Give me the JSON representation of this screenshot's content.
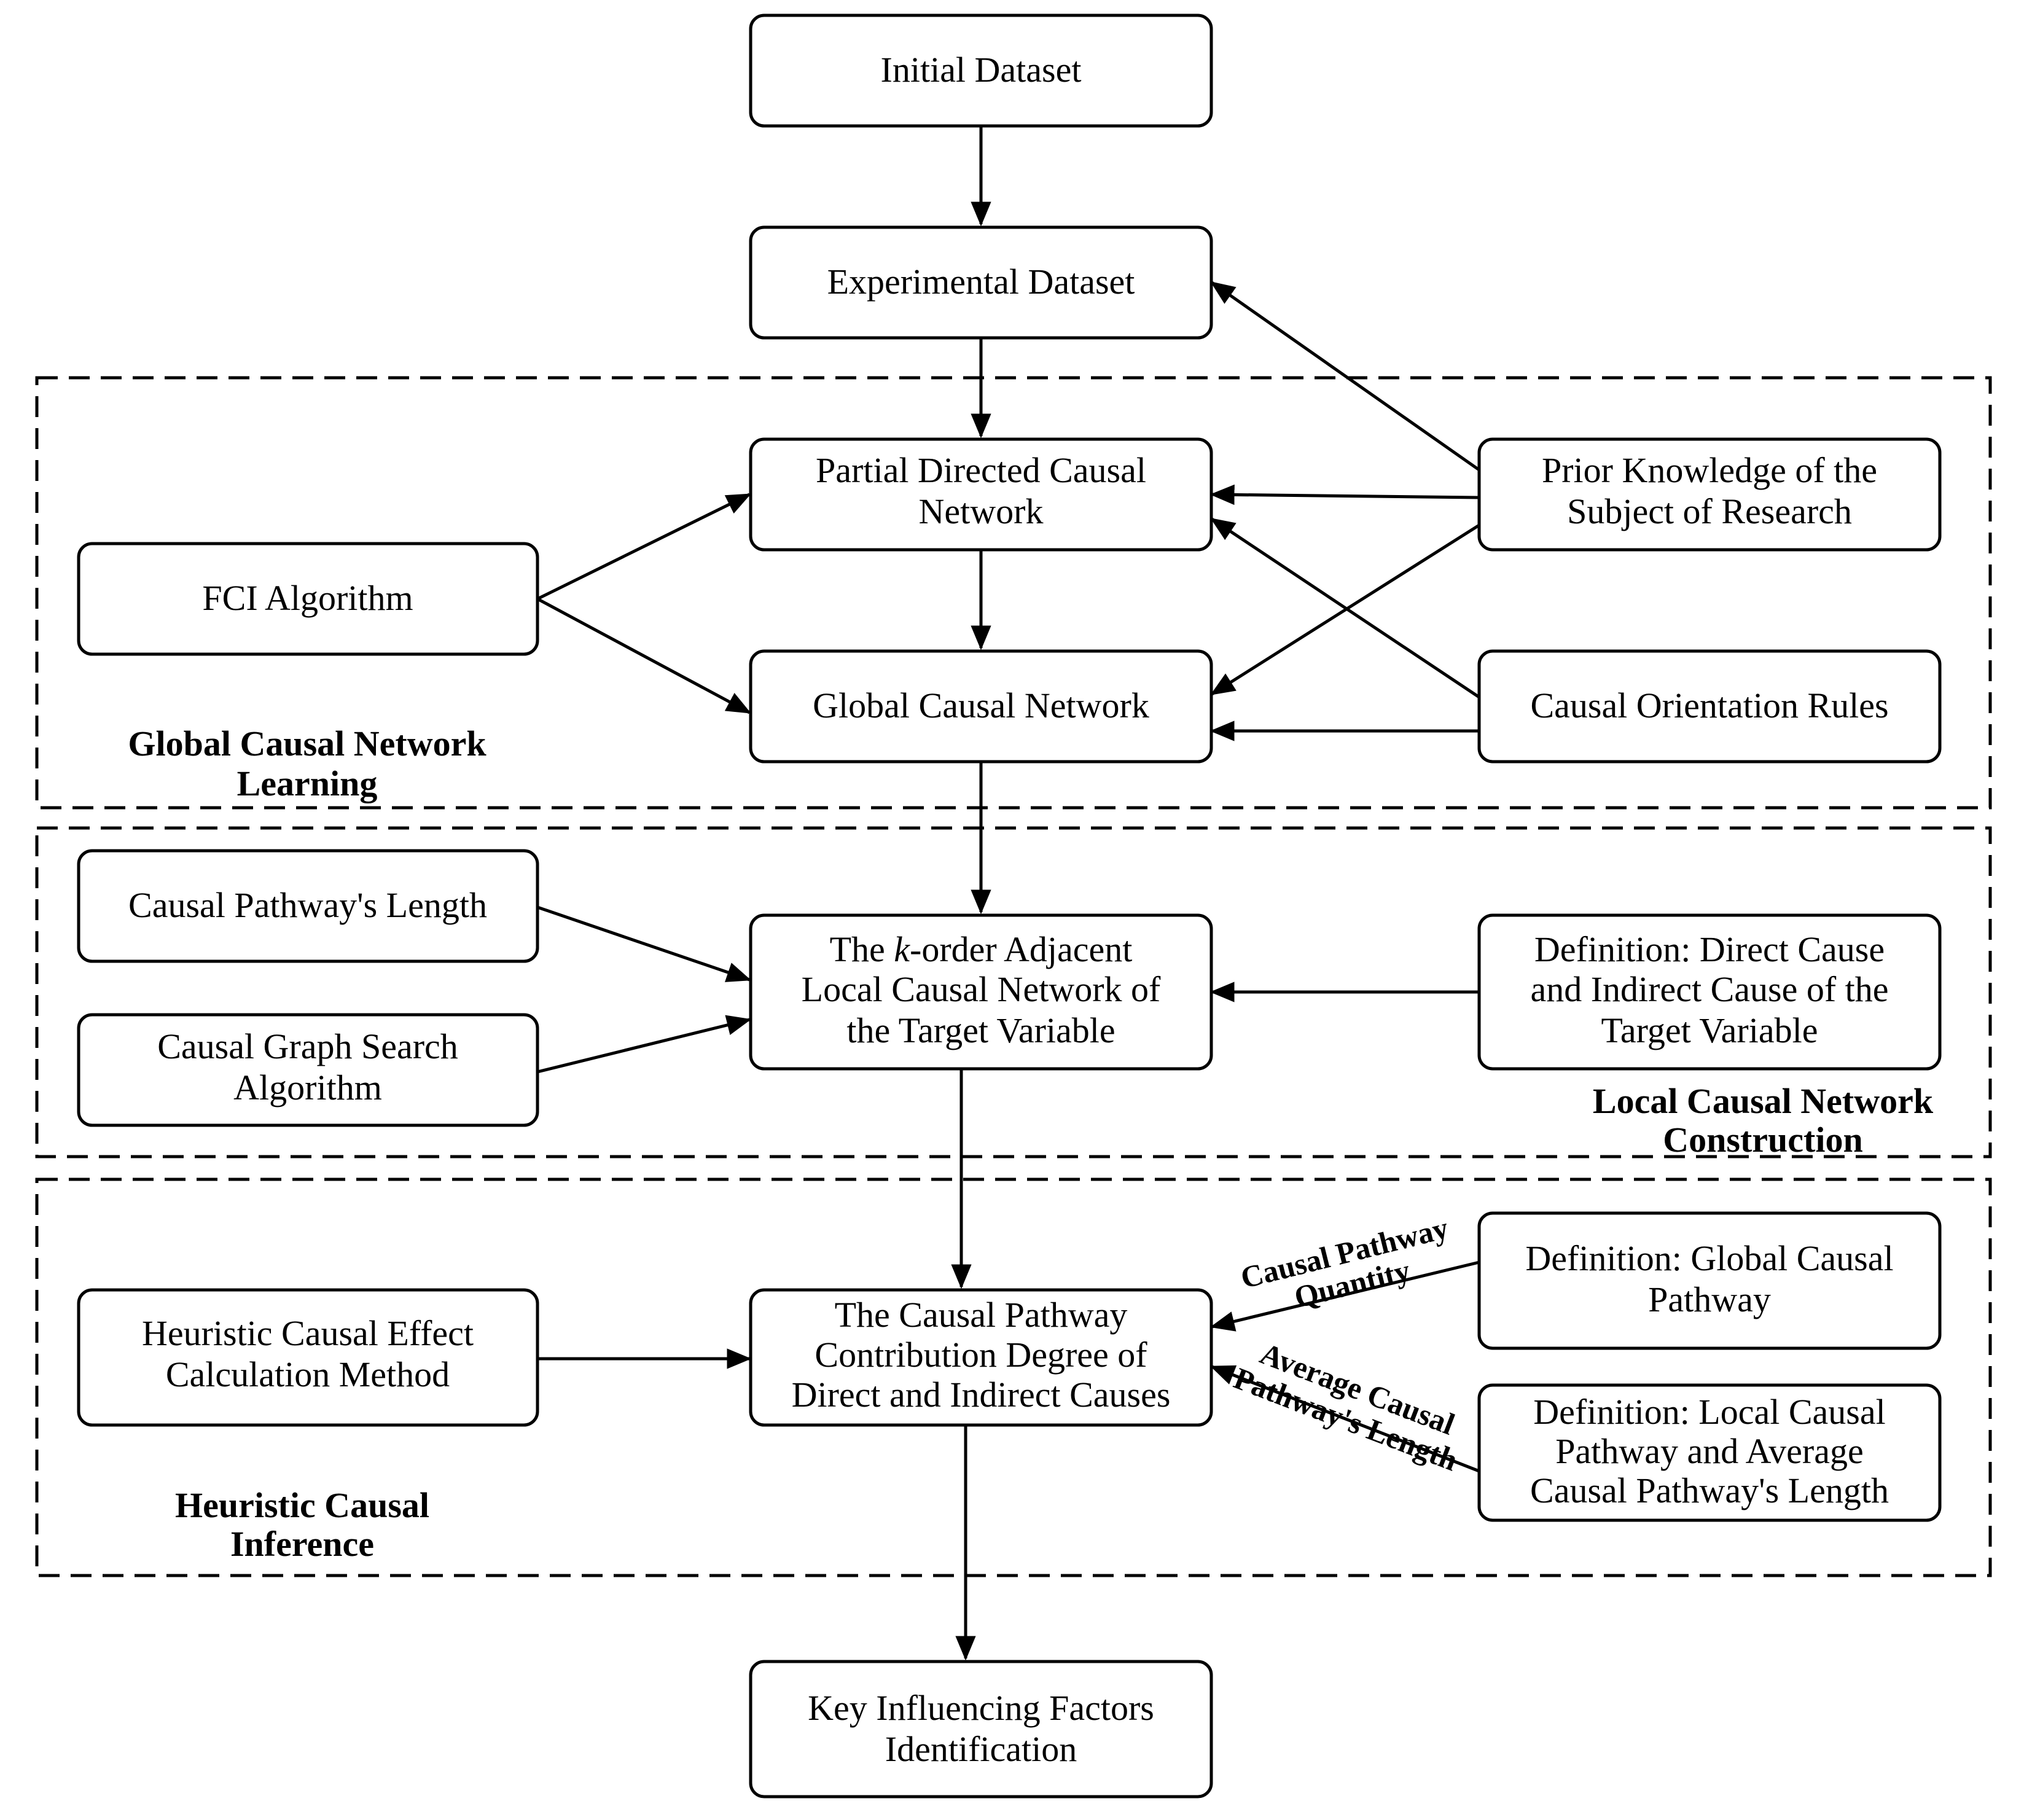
{
  "nodes": {
    "initial_dataset": "Initial Dataset",
    "experimental_dataset": "Experimental Dataset",
    "partial_directed": [
      "Partial Directed Causal",
      "Network"
    ],
    "fci_algorithm": "FCI Algorithm",
    "global_causal_network": "Global Causal Network",
    "prior_knowledge": [
      "Prior Knowledge of the",
      "Subject of Research"
    ],
    "orientation_rules": "Causal Orientation Rules",
    "pathway_length": "Causal Pathway's Length",
    "graph_search": [
      "Causal Graph Search",
      "Algorithm"
    ],
    "k_order": {
      "line1_pre": "The ",
      "line1_k": "k",
      "line1_post": "-order Adjacent",
      "line2": "Local Causal Network of",
      "line3": "the Target Variable"
    },
    "definition_direct": [
      "Definition: Direct Cause",
      "and Indirect Cause of the",
      "Target Variable"
    ],
    "heuristic_effect": [
      "Heuristic Causal Effect",
      "Calculation Method"
    ],
    "contribution": [
      "The Causal Pathway",
      "Contribution Degree of",
      "Direct and Indirect Causes"
    ],
    "definition_global": [
      "Definition: Global Causal",
      "Pathway"
    ],
    "definition_local": [
      "Definition: Local Causal",
      "Pathway and Average",
      "Causal Pathway's Length"
    ],
    "key_factors": [
      "Key Influencing Factors",
      "Identification"
    ]
  },
  "groups": {
    "global": [
      "Global Causal Network",
      "Learning"
    ],
    "local": [
      "Local Causal Network",
      "Construction"
    ],
    "heuristic": [
      "Heuristic Causal",
      "Inference"
    ]
  },
  "edge_labels": {
    "quantity": [
      "Causal Pathway",
      "Quantity"
    ],
    "average": [
      "Average Causal",
      "Pathway's Length"
    ]
  }
}
